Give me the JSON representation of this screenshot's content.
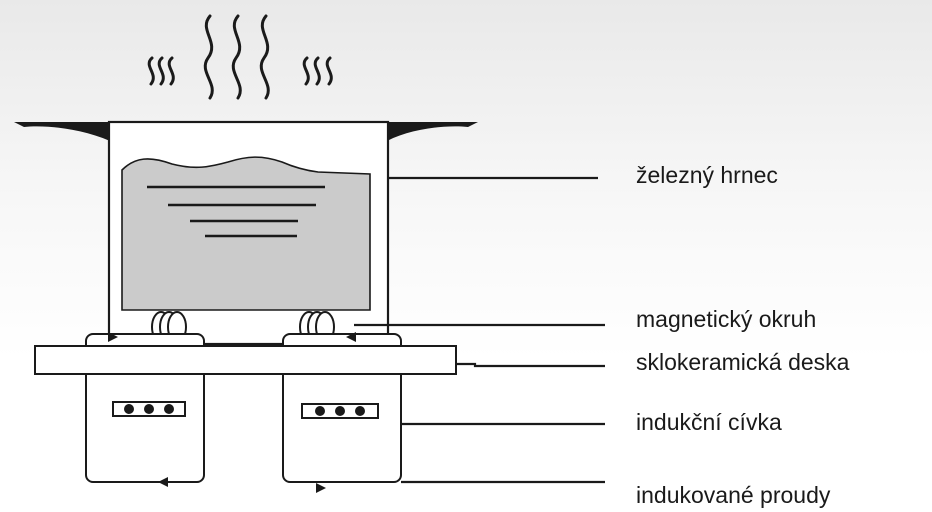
{
  "labels": {
    "pot": "železný hrnec",
    "magnetic_circuit": "magnetický okruh",
    "glass_ceramic_plate": "sklokeramická deska",
    "induction_coil": "indukční cívka",
    "induced_currents": "indukované proudy"
  },
  "colors": {
    "stroke": "#1a1a1a",
    "liquid": "#cbcbcb",
    "pot_fill": "#ffffff",
    "background_top": "#e9e9e9",
    "background_bottom": "#ffffff"
  }
}
